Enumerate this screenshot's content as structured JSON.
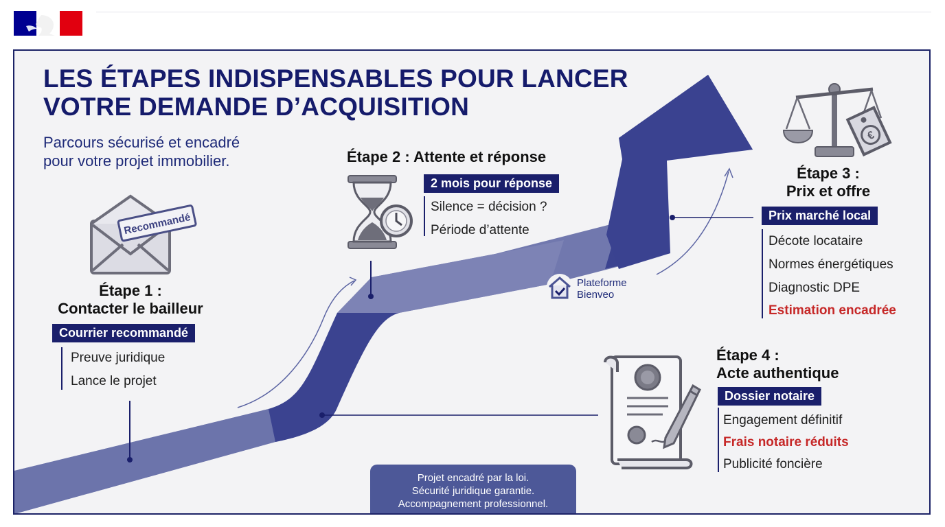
{
  "header": {
    "logo": "Marianne république française"
  },
  "title": {
    "line1": "LES ÉTAPES INDISPENSABLES POUR LANCER",
    "line2": "VOTRE DEMANDE D’ACQUISITION"
  },
  "subtitle": {
    "line1": "Parcours sécurisé et encadré",
    "line2": "pour votre projet immobilier."
  },
  "step1": {
    "stamp": "Recommandé",
    "title_line1": "Étape 1 :",
    "title_line2": "Contacter le bailleur",
    "tag": "Courrier recommandé",
    "items": [
      "Preuve juridique",
      "Lance le projet"
    ]
  },
  "step2": {
    "title": "Étape 2 : Attente et réponse",
    "tag": "2 mois pour réponse",
    "items": [
      "Silence = décision ?",
      "Période d’attente"
    ]
  },
  "step3": {
    "title_line1": "Étape 3 :",
    "title_line2": "Prix et offre",
    "tag": "Prix marché local",
    "items": [
      "Décote locataire",
      "Normes énergétiques",
      "Diagnostic DPE",
      "Estimation encadrée"
    ]
  },
  "step4": {
    "title_line1": "Étape 4 :",
    "title_line2": "Acte authentique",
    "tag": "Dossier notaire",
    "items": [
      "Engagement définitif",
      "Frais notaire réduits",
      "Publicité foncière"
    ]
  },
  "platform": {
    "line1": "Plateforme",
    "line2": "Bienveo"
  },
  "note": {
    "line1": "Projet encadré par la loi.",
    "line2": "Sécurité juridique garantie.",
    "line3": "Accompagnement professionnel."
  },
  "icons": [
    "envelope-icon",
    "hourglass-icon",
    "clock-icon",
    "scale-icon",
    "price-tag-icon",
    "house-check-icon",
    "deed-icon",
    "pen-icon"
  ],
  "colors": {
    "navy": "#1a1f6b",
    "road": "#3c4590",
    "road_light": "#6f76ad",
    "red": "#c62828",
    "flag_blue": "#000091",
    "flag_red": "#e1000f"
  }
}
